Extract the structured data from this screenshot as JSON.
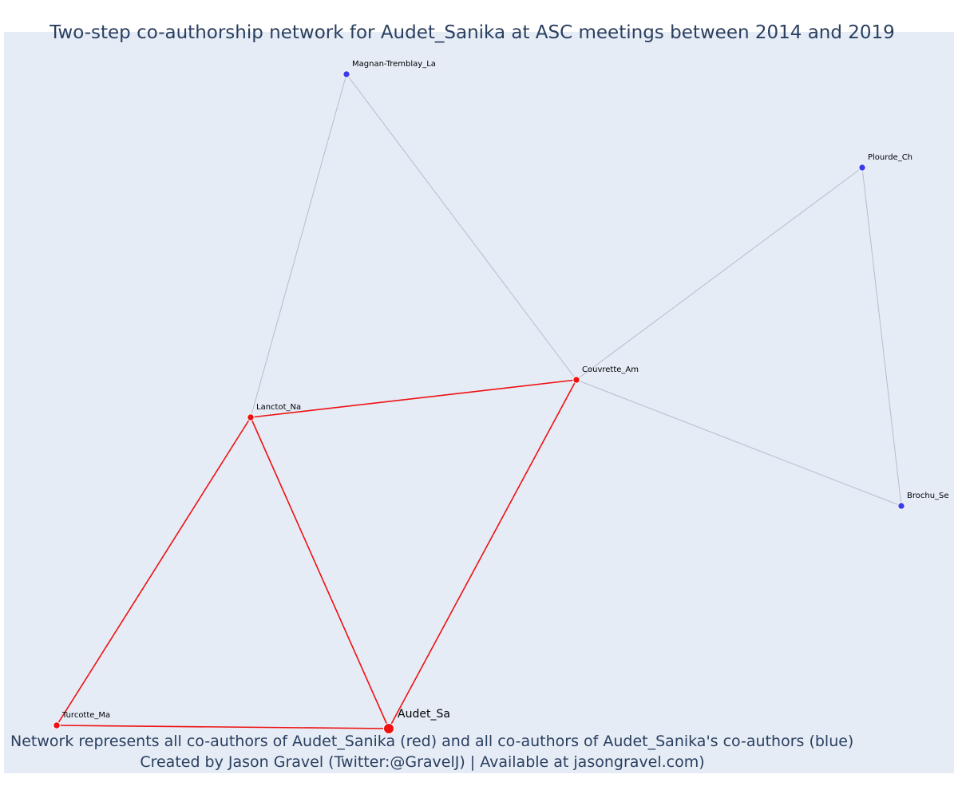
{
  "title": "Two-step co-authorship network for Audet_Sanika at ASC meetings between 2014 and 2019",
  "footer": {
    "line1": "Network represents all co-authors of Audet_Sanika (red) and all co-authors of Audet_Sanika's co-authors (blue)",
    "line2": "Created by Jason Gravel (Twitter:@GravelJ) | Available at jasongravel.com)"
  },
  "colors": {
    "background": "#e5ecf6",
    "direct": "#ee1111",
    "secondary": "#3b3bee",
    "secondary_edge": "#b8bccc",
    "text": "#2a3f5f"
  },
  "nodes": [
    {
      "id": "Audet_Sa",
      "label": "Audet_Sa",
      "group": "focal"
    },
    {
      "id": "Turcotte_Ma",
      "label": "Turcotte_Ma",
      "group": "direct"
    },
    {
      "id": "Lanctot_Na",
      "label": "Lanctot_Na",
      "group": "direct"
    },
    {
      "id": "Couvrette_Am",
      "label": "Couvrette_Am",
      "group": "direct"
    },
    {
      "id": "Magnan-Tremblay_La",
      "label": "Magnan-Tremblay_La",
      "group": "secondary"
    },
    {
      "id": "Plourde_Ch",
      "label": "Plourde_Ch",
      "group": "secondary"
    },
    {
      "id": "Brochu_Se",
      "label": "Brochu_Se",
      "group": "secondary"
    }
  ],
  "edges": [
    {
      "source": "Audet_Sa",
      "target": "Turcotte_Ma",
      "type": "direct"
    },
    {
      "source": "Audet_Sa",
      "target": "Lanctot_Na",
      "type": "direct"
    },
    {
      "source": "Audet_Sa",
      "target": "Couvrette_Am",
      "type": "direct"
    },
    {
      "source": "Turcotte_Ma",
      "target": "Lanctot_Na",
      "type": "direct"
    },
    {
      "source": "Lanctot_Na",
      "target": "Couvrette_Am",
      "type": "direct"
    },
    {
      "source": "Lanctot_Na",
      "target": "Magnan-Tremblay_La",
      "type": "secondary"
    },
    {
      "source": "Couvrette_Am",
      "target": "Magnan-Tremblay_La",
      "type": "secondary"
    },
    {
      "source": "Couvrette_Am",
      "target": "Plourde_Ch",
      "type": "secondary"
    },
    {
      "source": "Couvrette_Am",
      "target": "Brochu_Se",
      "type": "secondary"
    },
    {
      "source": "Plourde_Ch",
      "target": "Brochu_Se",
      "type": "secondary"
    }
  ]
}
